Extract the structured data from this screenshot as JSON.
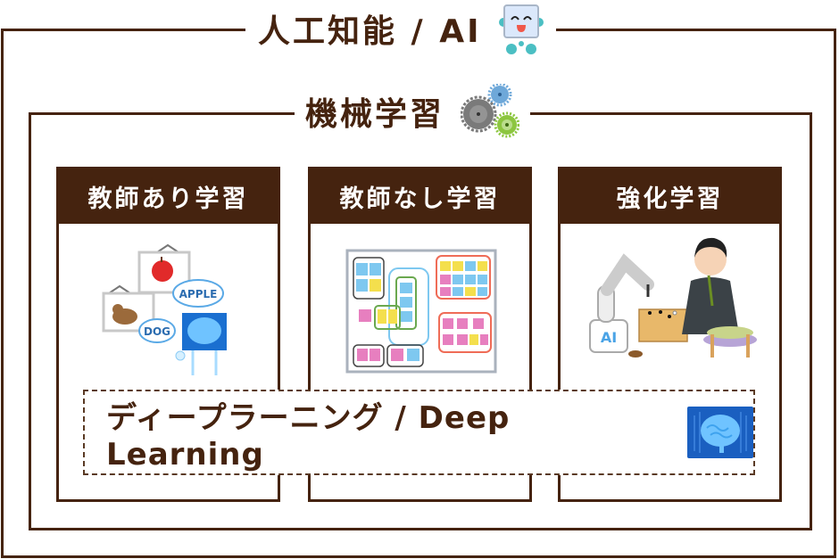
{
  "diagram": {
    "ai": {
      "title": "人工知能 / AI",
      "icon": "robot-face-icon"
    },
    "machine_learning": {
      "title": "機械学習",
      "icon": "gears-icon"
    },
    "categories": [
      {
        "label": "教師あり学習",
        "illustration": "supervised-learning-illustration",
        "labels_in_image": [
          "APPLE",
          "DOG"
        ]
      },
      {
        "label": "教師なし学習",
        "illustration": "clustered-sticky-notes-illustration"
      },
      {
        "label": "強化学習",
        "illustration": "robot-arm-playing-go-illustration",
        "labels_in_image": [
          "AI"
        ]
      }
    ],
    "deep_learning": {
      "title": "ディープラーニング / Deep Learning",
      "icon": "brain-circuit-icon"
    },
    "colors": {
      "border": "#45230f",
      "header_bg": "#45230f",
      "header_text": "#ffffff",
      "background": "#ffffff"
    }
  }
}
